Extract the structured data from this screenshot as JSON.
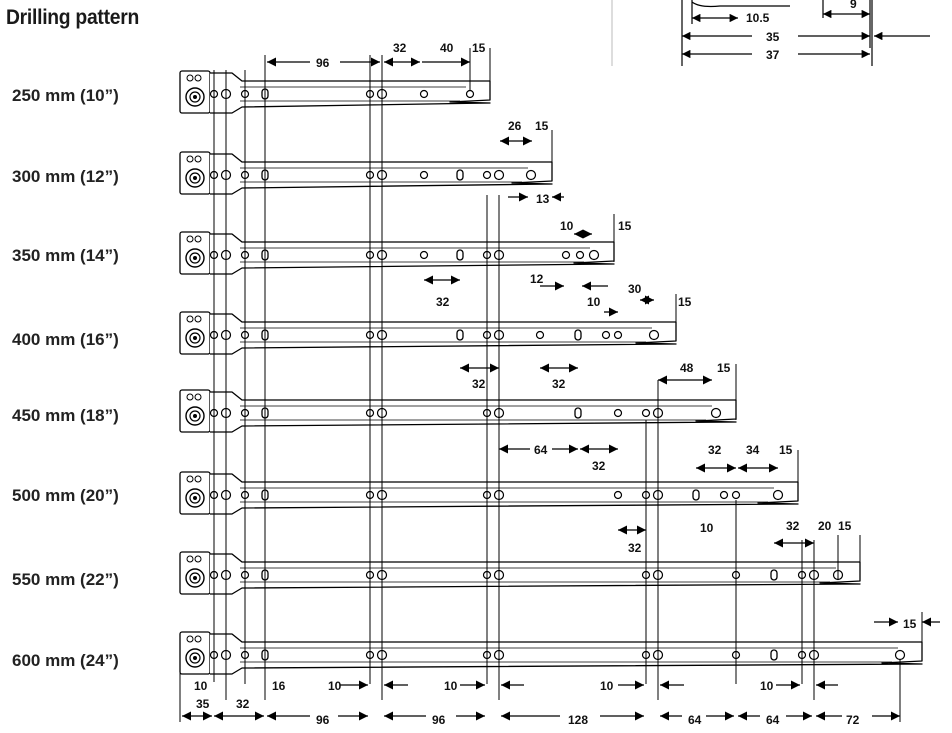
{
  "title": "Drilling pattern",
  "rows": [
    {
      "label": "250 mm (10”)",
      "end": 490
    },
    {
      "label": "300 mm (12”)",
      "end": 552
    },
    {
      "label": "350 mm (14”)",
      "end": 614
    },
    {
      "label": "400 mm (16”)",
      "end": 676
    },
    {
      "label": "450 mm (18”)",
      "end": 736
    },
    {
      "label": "500 mm (20”)",
      "end": 798
    },
    {
      "label": "550 mm (22”)",
      "end": 860
    },
    {
      "label": "600 mm (24”)",
      "end": 922
    }
  ],
  "top_detail": {
    "d1": "10.5",
    "d2": "35",
    "d3": "37",
    "d4": "9"
  },
  "dims": {
    "r1": [
      "96",
      "32",
      "40",
      "15"
    ],
    "r2": [
      "26",
      "15",
      "13"
    ],
    "r3": [
      "10",
      "15",
      "12",
      "32"
    ],
    "r4": [
      "10",
      "30",
      "15",
      "32",
      "32"
    ],
    "r5": [
      "48",
      "15",
      "64",
      "32"
    ],
    "r6": [
      "32",
      "34",
      "15",
      "10",
      "32"
    ],
    "r7": [
      "32",
      "20",
      "15"
    ],
    "r8": [
      "15"
    ],
    "bottom_top": [
      "10",
      "16",
      "10",
      "10",
      "10",
      "10"
    ],
    "bottom": [
      "35",
      "32",
      "96",
      "96",
      "128",
      "64",
      "64",
      "72"
    ]
  }
}
